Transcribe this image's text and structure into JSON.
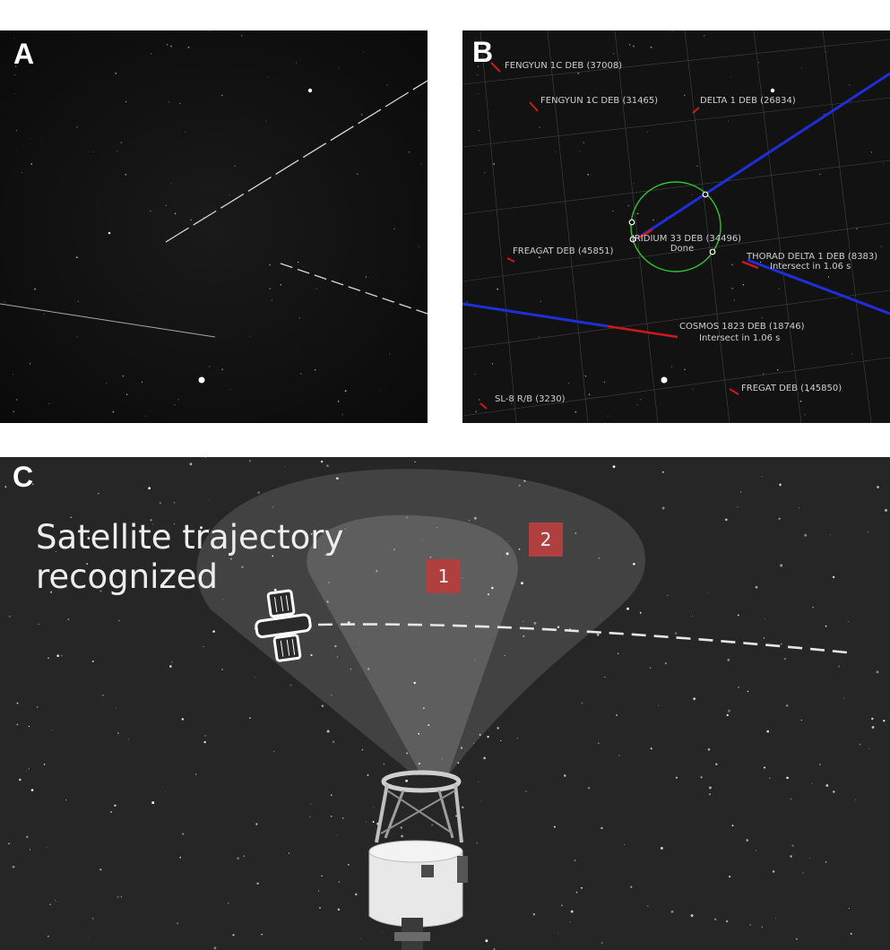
{
  "panels": {
    "a": {
      "letter": "A"
    },
    "b": {
      "letter": "B",
      "labels": [
        "FENGYUN 1C DEB (37008)",
        "FENGYUN 1C DEB (31465)",
        "DELTA 1 DEB (26834)",
        "FREAGAT DEB (45851)",
        "IRIDIUM 33 DEB (34496)",
        "Done",
        "THORAD DELTA 1 DEB (8383)",
        "Intersect in 1.06 s",
        "COSMOS 1823 DEB (18746)",
        "Intersect in 1.06 s",
        "SL-8 R/B (3230)",
        "FREGAT DEB (145850)"
      ]
    },
    "c": {
      "letter": "C",
      "title_line1": "Satellite trajectory",
      "title_line2": "recognized",
      "zone_1": "1",
      "zone_2": "2"
    }
  },
  "colors": {
    "track_blue": "#1f2fd8",
    "track_red": "#d01818",
    "circle_green": "#2fc42f",
    "zone_box": "#b04040"
  },
  "icons": [
    "satellite-icon",
    "telescope-icon"
  ]
}
